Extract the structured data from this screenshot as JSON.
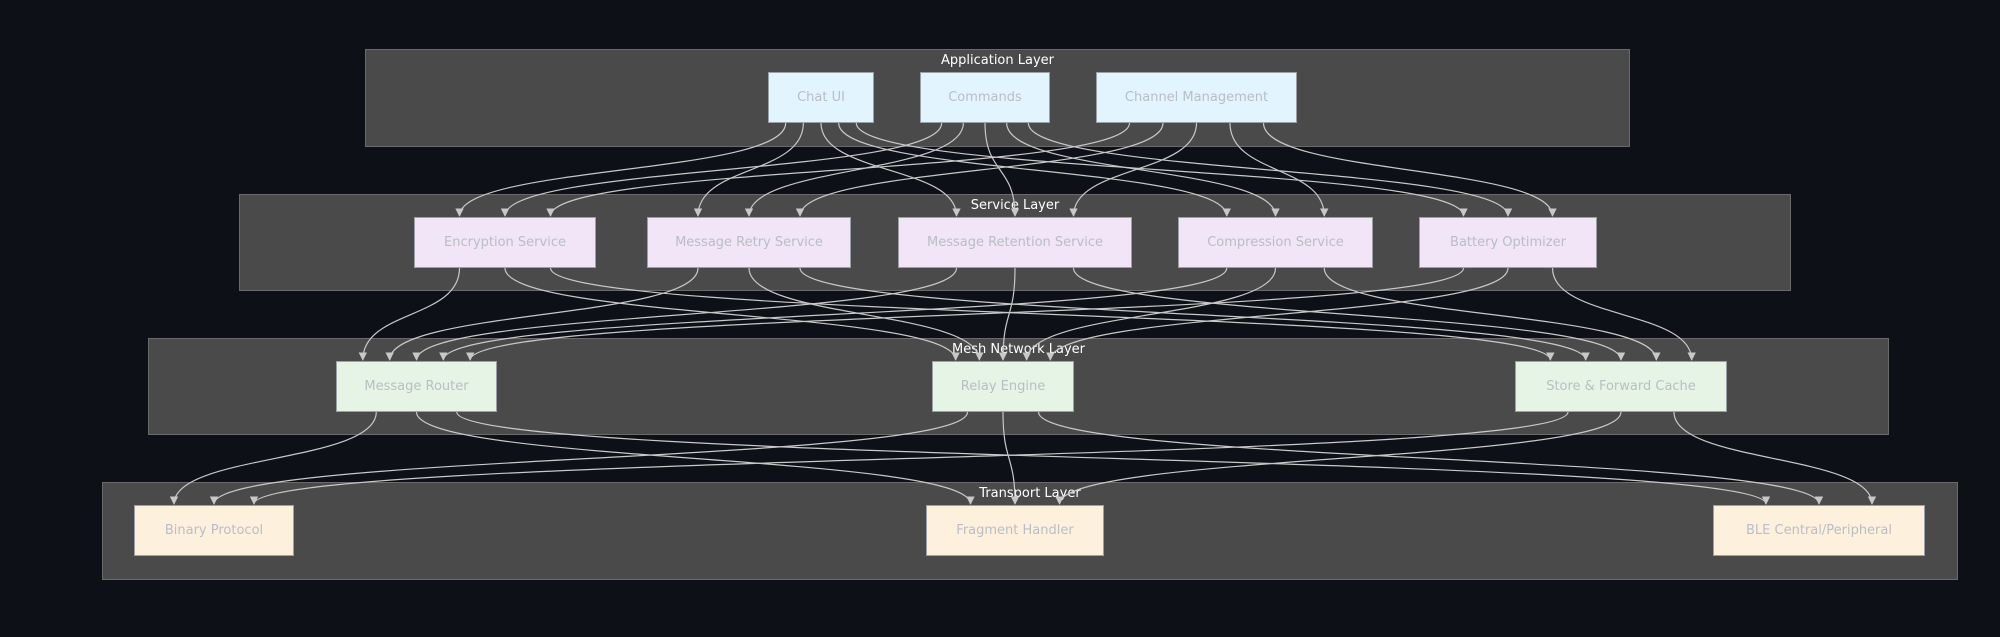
{
  "layers": {
    "application": {
      "title": "Application Layer"
    },
    "service": {
      "title": "Service Layer"
    },
    "mesh": {
      "title": "Mesh Network Layer"
    },
    "transport": {
      "title": "Transport Layer"
    }
  },
  "nodes": {
    "chat_ui": "Chat UI",
    "commands": "Commands",
    "channel_management": "Channel Management",
    "encryption_service": "Encryption Service",
    "message_retry_service": "Message Retry Service",
    "message_retention_service": "Message Retention Service",
    "compression_service": "Compression Service",
    "battery_optimizer": "Battery Optimizer",
    "message_router": "Message Router",
    "relay_engine": "Relay Engine",
    "store_forward_cache": "Store & Forward Cache",
    "binary_protocol": "Binary Protocol",
    "fragment_handler": "Fragment Handler",
    "ble_central_peripheral": "BLE Central/Peripheral"
  },
  "edges": [
    [
      "chat_ui",
      "encryption_service"
    ],
    [
      "chat_ui",
      "message_retry_service"
    ],
    [
      "chat_ui",
      "message_retention_service"
    ],
    [
      "chat_ui",
      "compression_service"
    ],
    [
      "chat_ui",
      "battery_optimizer"
    ],
    [
      "commands",
      "encryption_service"
    ],
    [
      "commands",
      "message_retry_service"
    ],
    [
      "commands",
      "message_retention_service"
    ],
    [
      "commands",
      "compression_service"
    ],
    [
      "commands",
      "battery_optimizer"
    ],
    [
      "channel_management",
      "encryption_service"
    ],
    [
      "channel_management",
      "message_retry_service"
    ],
    [
      "channel_management",
      "message_retention_service"
    ],
    [
      "channel_management",
      "compression_service"
    ],
    [
      "channel_management",
      "battery_optimizer"
    ],
    [
      "encryption_service",
      "message_router"
    ],
    [
      "encryption_service",
      "relay_engine"
    ],
    [
      "encryption_service",
      "store_forward_cache"
    ],
    [
      "message_retry_service",
      "message_router"
    ],
    [
      "message_retry_service",
      "relay_engine"
    ],
    [
      "message_retry_service",
      "store_forward_cache"
    ],
    [
      "message_retention_service",
      "message_router"
    ],
    [
      "message_retention_service",
      "relay_engine"
    ],
    [
      "message_retention_service",
      "store_forward_cache"
    ],
    [
      "compression_service",
      "message_router"
    ],
    [
      "compression_service",
      "relay_engine"
    ],
    [
      "compression_service",
      "store_forward_cache"
    ],
    [
      "battery_optimizer",
      "message_router"
    ],
    [
      "battery_optimizer",
      "relay_engine"
    ],
    [
      "battery_optimizer",
      "store_forward_cache"
    ],
    [
      "message_router",
      "binary_protocol"
    ],
    [
      "message_router",
      "fragment_handler"
    ],
    [
      "message_router",
      "ble_central_peripheral"
    ],
    [
      "relay_engine",
      "binary_protocol"
    ],
    [
      "relay_engine",
      "fragment_handler"
    ],
    [
      "relay_engine",
      "ble_central_peripheral"
    ],
    [
      "store_forward_cache",
      "binary_protocol"
    ],
    [
      "store_forward_cache",
      "fragment_handler"
    ],
    [
      "store_forward_cache",
      "ble_central_peripheral"
    ]
  ],
  "colors": {
    "background": "#0d1017",
    "layer_fill": "#4a4a4a",
    "edge": "#c8c8c8",
    "application_node": "#e2f4fd",
    "service_node": "#f1e5f7",
    "mesh_node": "#e6f4e6",
    "transport_node": "#fdf1de"
  }
}
